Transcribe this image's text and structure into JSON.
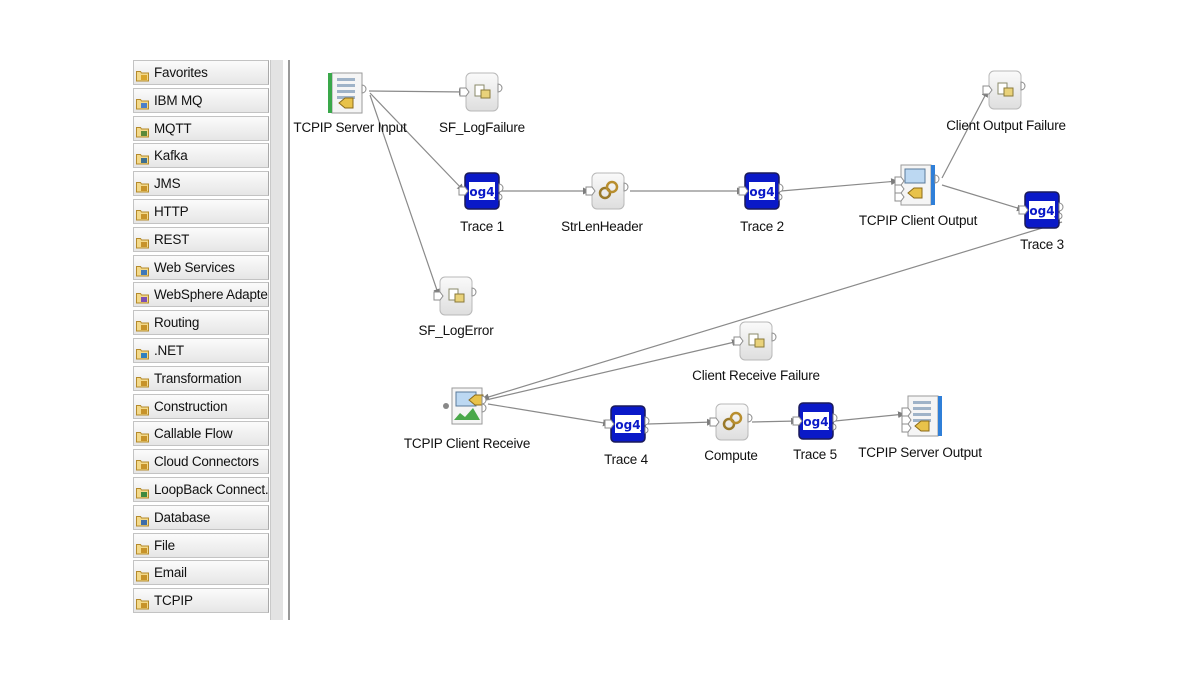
{
  "palette": {
    "items": [
      {
        "label": "Favorites",
        "icon": "favorites-folder-icon"
      },
      {
        "label": "IBM MQ",
        "icon": "ibm-mq-folder-icon"
      },
      {
        "label": "MQTT",
        "icon": "mqtt-folder-icon"
      },
      {
        "label": "Kafka",
        "icon": "kafka-folder-icon"
      },
      {
        "label": "JMS",
        "icon": "jms-folder-icon"
      },
      {
        "label": "HTTP",
        "icon": "http-folder-icon"
      },
      {
        "label": "REST",
        "icon": "rest-folder-icon"
      },
      {
        "label": "Web Services",
        "icon": "web-services-folder-icon"
      },
      {
        "label": "WebSphere Adapters",
        "icon": "websphere-adapters-folder-icon"
      },
      {
        "label": "Routing",
        "icon": "routing-folder-icon"
      },
      {
        "label": ".NET",
        "icon": "dotnet-folder-icon"
      },
      {
        "label": "Transformation",
        "icon": "transformation-folder-icon"
      },
      {
        "label": "Construction",
        "icon": "construction-folder-icon"
      },
      {
        "label": "Callable Flow",
        "icon": "callable-flow-folder-icon"
      },
      {
        "label": "Cloud Connectors",
        "icon": "cloud-connectors-folder-icon"
      },
      {
        "label": "LoopBack Connect...",
        "icon": "loopback-folder-icon"
      },
      {
        "label": "Database",
        "icon": "database-folder-icon"
      },
      {
        "label": "File",
        "icon": "file-folder-icon"
      },
      {
        "label": "Email",
        "icon": "email-folder-icon"
      },
      {
        "label": "TCPIP",
        "icon": "tcpip-folder-icon"
      }
    ]
  },
  "flow": {
    "nodes": {
      "tcpip_server_input": {
        "label": "TCPIP Server Input",
        "icon": "tcpip-server-input-icon"
      },
      "sf_logfailure": {
        "label": "SF_LogFailure",
        "icon": "subflow-icon"
      },
      "trace1": {
        "label": "Trace 1",
        "icon": "log4j-icon",
        "badge": "log4j"
      },
      "strlenheader": {
        "label": "StrLenHeader",
        "icon": "compute-icon"
      },
      "trace2": {
        "label": "Trace 2",
        "icon": "log4j-icon",
        "badge": "log4j"
      },
      "tcpip_client_output": {
        "label": "TCPIP Client Output",
        "icon": "tcpip-client-output-icon"
      },
      "client_output_failure": {
        "label": "Client Output Failure",
        "icon": "subflow-icon"
      },
      "trace3": {
        "label": "Trace 3",
        "icon": "log4j-icon",
        "badge": "log4j"
      },
      "sf_logerror": {
        "label": "SF_LogError",
        "icon": "subflow-icon"
      },
      "client_receive_failure": {
        "label": "Client Receive Failure",
        "icon": "subflow-icon"
      },
      "tcpip_client_receive": {
        "label": "TCPIP Client Receive",
        "icon": "tcpip-client-receive-icon"
      },
      "trace4": {
        "label": "Trace 4",
        "icon": "log4j-icon",
        "badge": "log4j"
      },
      "compute": {
        "label": "Compute",
        "icon": "compute-icon"
      },
      "trace5": {
        "label": "Trace 5",
        "icon": "log4j-icon",
        "badge": "log4j"
      },
      "tcpip_server_output": {
        "label": "TCPIP Server Output",
        "icon": "tcpip-server-output-icon"
      }
    },
    "connections": [
      [
        "tcpip_server_input",
        "sf_logfailure"
      ],
      [
        "tcpip_server_input",
        "trace1"
      ],
      [
        "tcpip_server_input",
        "sf_logerror"
      ],
      [
        "trace1",
        "strlenheader"
      ],
      [
        "strlenheader",
        "trace2"
      ],
      [
        "trace2",
        "tcpip_client_output"
      ],
      [
        "tcpip_client_output",
        "client_output_failure"
      ],
      [
        "tcpip_client_output",
        "trace3"
      ],
      [
        "trace3",
        "tcpip_client_receive"
      ],
      [
        "tcpip_client_receive",
        "client_receive_failure"
      ],
      [
        "tcpip_client_receive",
        "trace4"
      ],
      [
        "trace4",
        "compute"
      ],
      [
        "compute",
        "trace5"
      ],
      [
        "trace5",
        "tcpip_server_output"
      ]
    ]
  },
  "colors": {
    "log4j_blue": "#0a19c8",
    "connection": "#8a8a8a",
    "palette_item_bg": "#ececec"
  }
}
